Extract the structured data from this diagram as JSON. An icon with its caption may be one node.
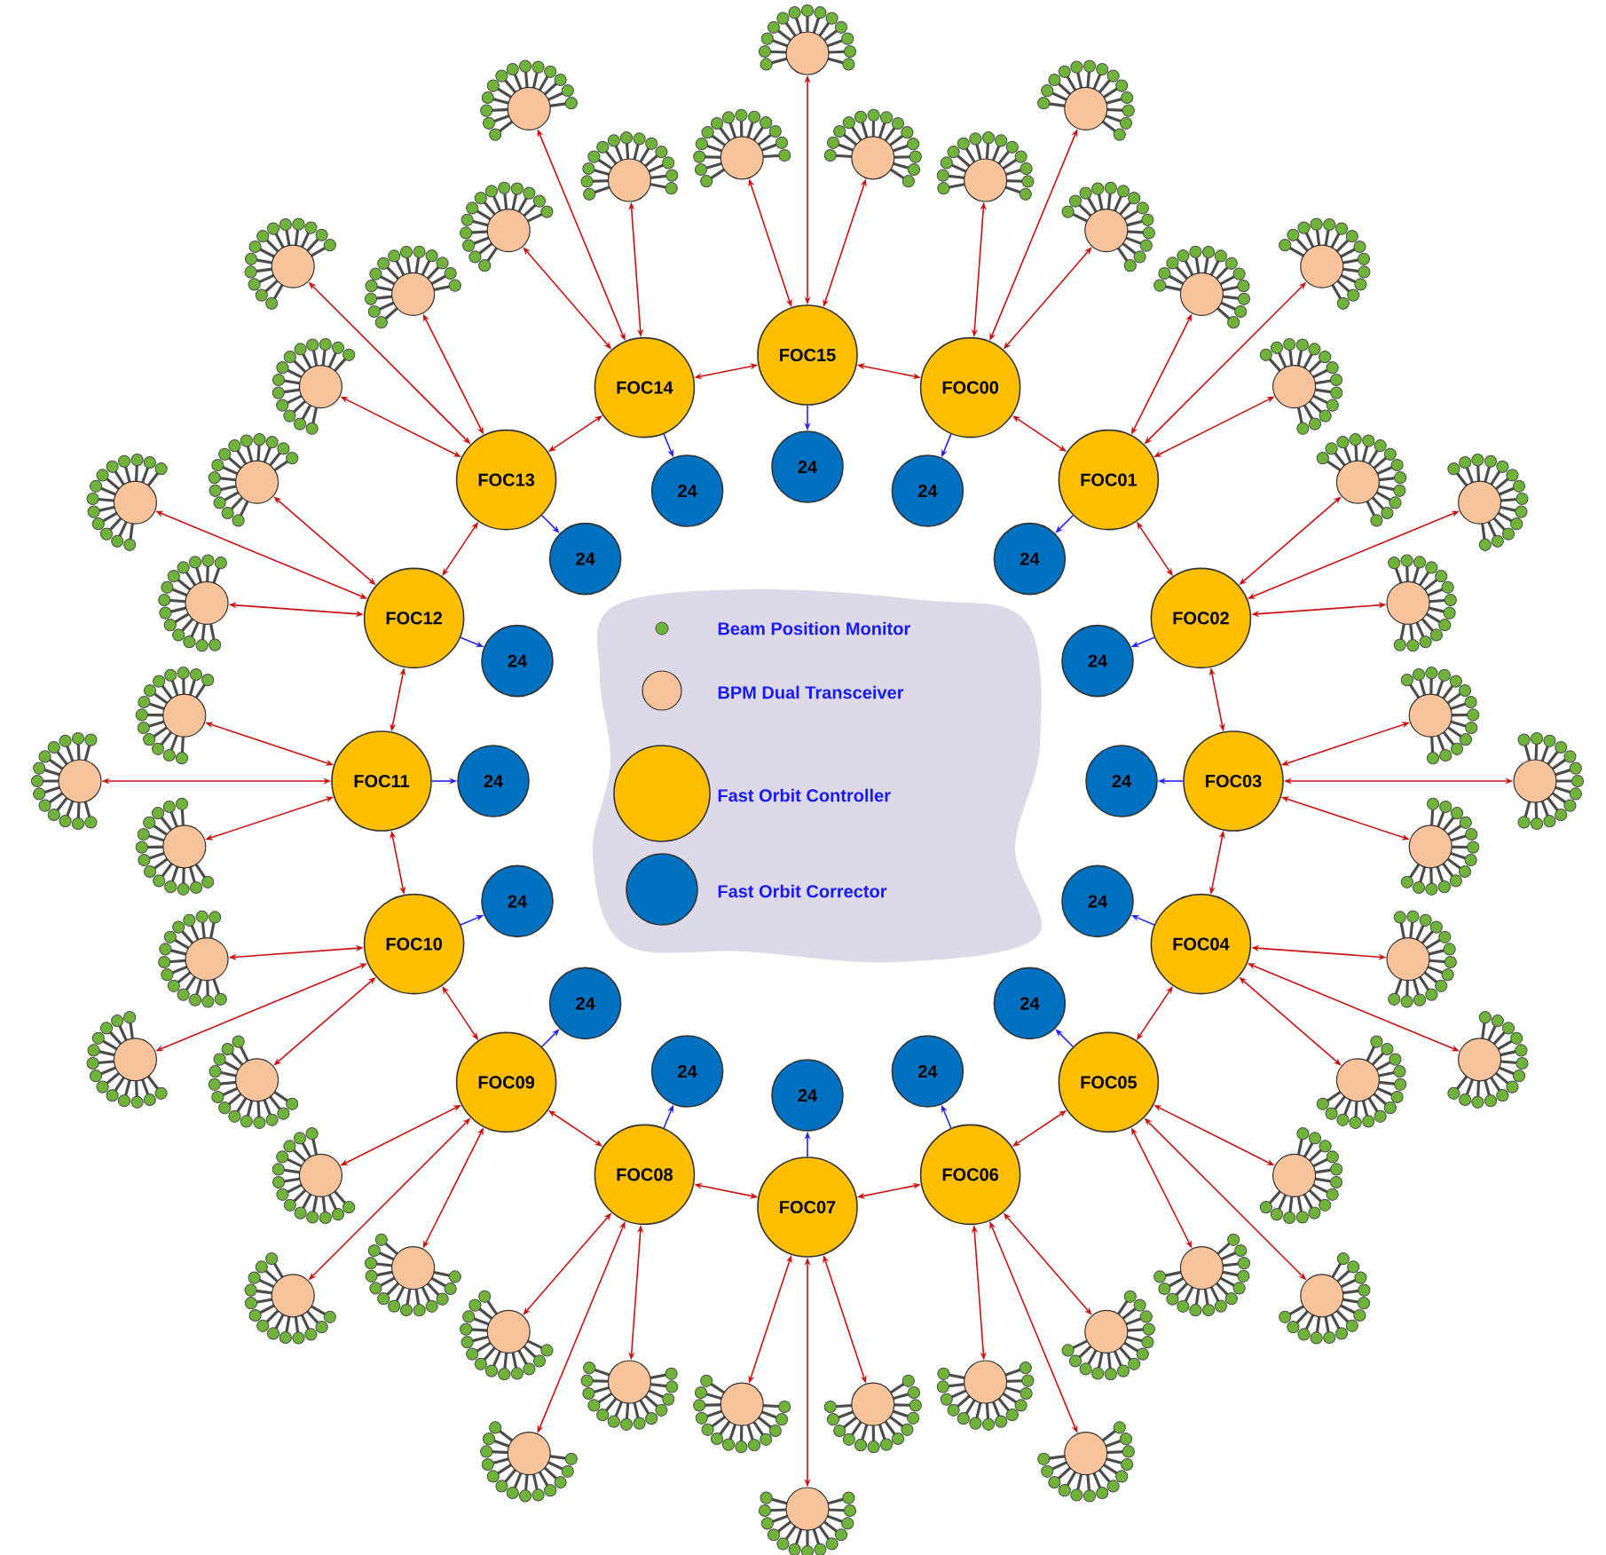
{
  "diagram": {
    "nodes": [
      {
        "text": [
          "FOC00"
        ]
      },
      {
        "text": [
          "FOC01"
        ]
      },
      {
        "text": [
          "FOC02"
        ]
      },
      {
        "text": [
          "FOC03"
        ]
      },
      {
        "text": [
          "FOC04"
        ]
      },
      {
        "text": [
          "FOC05"
        ]
      },
      {
        "text": [
          "FOC06"
        ]
      },
      {
        "text": [
          "FOC07"
        ]
      },
      {
        "text": [
          "FOC08"
        ]
      },
      {
        "text": [
          "FOC09"
        ]
      },
      {
        "text": [
          "FOC10"
        ]
      },
      {
        "text": [
          "FOC11"
        ]
      },
      {
        "text": [
          "FOC12"
        ]
      },
      {
        "text": [
          "FOC13"
        ]
      },
      {
        "text": [
          "FOC14"
        ]
      },
      {
        "text": [
          "FOC15"
        ]
      },
      {
        "text": [
          "24"
        ]
      },
      {
        "text": [
          "24"
        ]
      },
      {
        "text": [
          "24"
        ]
      },
      {
        "text": [
          "24"
        ]
      },
      {
        "text": [
          "24"
        ]
      },
      {
        "text": [
          "24"
        ]
      },
      {
        "text": [
          "24"
        ]
      },
      {
        "text": [
          "24"
        ]
      },
      {
        "text": [
          "24"
        ]
      },
      {
        "text": [
          "24"
        ]
      },
      {
        "text": [
          "24"
        ]
      },
      {
        "text": [
          "24"
        ]
      },
      {
        "text": [
          "24"
        ]
      },
      {
        "text": [
          "24"
        ]
      },
      {
        "text": [
          "24"
        ]
      },
      {
        "text": [
          "24"
        ]
      },
      {
        "text": [],
        "shape": "circle"
      },
      {
        "text": [],
        "shape": "circle"
      },
      {
        "text": [],
        "shape": "circle"
      },
      {
        "text": [],
        "shape": "circle"
      },
      {
        "text": [],
        "shape": "circle"
      },
      {
        "text": [],
        "shape": "circle"
      },
      {
        "text": [],
        "shape": "circle"
      },
      {
        "text": [],
        "shape": "circle"
      },
      {
        "text": [],
        "shape": "circle"
      },
      {
        "text": [],
        "shape": "circle"
      },
      {
        "text": [],
        "shape": "circle"
      },
      {
        "text": [],
        "shape": "circle"
      },
      {
        "text": [],
        "shape": "circle"
      },
      {
        "text": [],
        "shape": "circle"
      },
      {
        "text": [],
        "shape": "circle"
      },
      {
        "text": [],
        "shape": "circle"
      },
      {
        "text": [],
        "shape": "circle"
      },
      {
        "text": [],
        "shape": "circle"
      },
      {
        "text": [],
        "shape": "circle"
      },
      {
        "text": [],
        "shape": "circle"
      },
      {
        "text": [],
        "shape": "circle"
      },
      {
        "text": [],
        "shape": "circle"
      },
      {
        "text": [],
        "shape": "circle"
      },
      {
        "text": [],
        "shape": "circle"
      },
      {
        "text": [],
        "shape": "circle"
      },
      {
        "text": [],
        "shape": "circle"
      },
      {
        "text": [],
        "shape": "circle"
      },
      {
        "text": [],
        "shape": "circle"
      },
      {
        "text": [],
        "shape": "circle"
      },
      {
        "text": [],
        "shape": "circle"
      },
      {
        "text": [],
        "shape": "circle"
      },
      {
        "text": [],
        "shape": "circle"
      },
      {
        "text": [],
        "shape": "circle"
      },
      {
        "text": [],
        "shape": "circle"
      },
      {
        "text": [],
        "shape": "circle"
      },
      {
        "text": [],
        "shape": "circle"
      },
      {
        "text": [],
        "shape": "circle"
      },
      {
        "text": [],
        "shape": "circle"
      },
      {
        "text": [],
        "shape": "circle"
      },
      {
        "text": [],
        "shape": "circle"
      },
      {
        "text": [],
        "shape": "circle"
      },
      {
        "text": [],
        "shape": "circle"
      },
      {
        "text": [],
        "shape": "circle"
      },
      {
        "text": [],
        "shape": "circle"
      },
      {
        "text": [],
        "shape": "circle"
      },
      {
        "text": [],
        "shape": "circle"
      },
      {
        "text": [],
        "shape": "circle"
      },
      {
        "text": [],
        "shape": "circle"
      }
    ],
    "edges": [
      {
        "from": 0,
        "to": 1,
        "arrow": "both"
      },
      {
        "from": 1,
        "to": 2,
        "arrow": "both"
      },
      {
        "from": 2,
        "to": 3,
        "arrow": "both"
      },
      {
        "from": 3,
        "to": 4,
        "arrow": "both"
      },
      {
        "from": 4,
        "to": 5,
        "arrow": "both"
      },
      {
        "from": 5,
        "to": 6,
        "arrow": "both"
      },
      {
        "from": 6,
        "to": 7,
        "arrow": "both"
      },
      {
        "from": 7,
        "to": 8,
        "arrow": "both"
      },
      {
        "from": 8,
        "to": 9,
        "arrow": "both"
      },
      {
        "from": 9,
        "to": 10,
        "arrow": "both"
      },
      {
        "from": 10,
        "to": 11,
        "arrow": "both"
      },
      {
        "from": 11,
        "to": 12,
        "arrow": "both"
      },
      {
        "from": 12,
        "to": 13,
        "arrow": "both"
      },
      {
        "from": 13,
        "to": 14,
        "arrow": "both"
      },
      {
        "from": 14,
        "to": 15,
        "arrow": "both"
      },
      {
        "from": 15,
        "to": 0,
        "arrow": "both"
      },
      {
        "from": 0,
        "to": 16,
        "arrow": "to",
        "color": "#2222ff"
      },
      {
        "from": 1,
        "to": 17,
        "arrow": "to",
        "color": "#2222ff"
      },
      {
        "from": 2,
        "to": 18,
        "arrow": "to",
        "color": "#2222ff"
      },
      {
        "from": 3,
        "to": 19,
        "arrow": "to",
        "color": "#2222ff"
      },
      {
        "from": 4,
        "to": 20,
        "arrow": "to",
        "color": "#2222ff"
      },
      {
        "from": 5,
        "to": 21,
        "arrow": "to",
        "color": "#2222ff"
      },
      {
        "from": 6,
        "to": 22,
        "arrow": "to",
        "color": "#2222ff"
      },
      {
        "from": 7,
        "to": 23,
        "arrow": "to",
        "color": "#2222ff"
      },
      {
        "from": 8,
        "to": 24,
        "arrow": "to",
        "color": "#2222ff"
      },
      {
        "from": 9,
        "to": 25,
        "arrow": "to",
        "color": "#2222ff"
      },
      {
        "from": 10,
        "to": 26,
        "arrow": "to",
        "color": "#2222ff"
      },
      {
        "from": 11,
        "to": 27,
        "arrow": "to",
        "color": "#2222ff"
      },
      {
        "from": 12,
        "to": 28,
        "arrow": "to",
        "color": "#2222ff"
      },
      {
        "from": 13,
        "to": 29,
        "arrow": "to",
        "color": "#2222ff"
      },
      {
        "from": 14,
        "to": 30,
        "arrow": "to",
        "color": "#2222ff"
      },
      {
        "from": 15,
        "to": 31,
        "arrow": "to",
        "color": "#2222ff"
      },
      {
        "from": 0,
        "to": 32,
        "arrow": "both"
      },
      {
        "from": 0,
        "to": 33,
        "arrow": "both"
      },
      {
        "from": 0,
        "to": 34,
        "arrow": "both"
      },
      {
        "from": 1,
        "to": 35,
        "arrow": "both"
      },
      {
        "from": 1,
        "to": 36,
        "arrow": "both"
      },
      {
        "from": 1,
        "to": 37,
        "arrow": "both"
      },
      {
        "from": 2,
        "to": 38,
        "arrow": "both"
      },
      {
        "from": 2,
        "to": 39,
        "arrow": "both"
      },
      {
        "from": 2,
        "to": 40,
        "arrow": "both"
      },
      {
        "from": 3,
        "to": 41,
        "arrow": "both"
      },
      {
        "from": 3,
        "to": 42,
        "arrow": "both"
      },
      {
        "from": 3,
        "to": 43,
        "arrow": "both"
      },
      {
        "from": 4,
        "to": 44,
        "arrow": "both"
      },
      {
        "from": 4,
        "to": 45,
        "arrow": "both"
      },
      {
        "from": 4,
        "to": 46,
        "arrow": "both"
      },
      {
        "from": 5,
        "to": 47,
        "arrow": "both"
      },
      {
        "from": 5,
        "to": 48,
        "arrow": "both"
      },
      {
        "from": 5,
        "to": 49,
        "arrow": "both"
      },
      {
        "from": 6,
        "to": 50,
        "arrow": "both"
      },
      {
        "from": 6,
        "to": 51,
        "arrow": "both"
      },
      {
        "from": 6,
        "to": 52,
        "arrow": "both"
      },
      {
        "from": 7,
        "to": 53,
        "arrow": "both"
      },
      {
        "from": 7,
        "to": 54,
        "arrow": "both"
      },
      {
        "from": 7,
        "to": 55,
        "arrow": "both"
      },
      {
        "from": 8,
        "to": 56,
        "arrow": "both"
      },
      {
        "from": 8,
        "to": 57,
        "arrow": "both"
      },
      {
        "from": 8,
        "to": 58,
        "arrow": "both"
      },
      {
        "from": 9,
        "to": 59,
        "arrow": "both"
      },
      {
        "from": 9,
        "to": 60,
        "arrow": "both"
      },
      {
        "from": 9,
        "to": 61,
        "arrow": "both"
      },
      {
        "from": 10,
        "to": 62,
        "arrow": "both"
      },
      {
        "from": 10,
        "to": 63,
        "arrow": "both"
      },
      {
        "from": 10,
        "to": 64,
        "arrow": "both"
      },
      {
        "from": 11,
        "to": 65,
        "arrow": "both"
      },
      {
        "from": 11,
        "to": 66,
        "arrow": "both"
      },
      {
        "from": 11,
        "to": 67,
        "arrow": "both"
      },
      {
        "from": 12,
        "to": 68,
        "arrow": "both"
      },
      {
        "from": 12,
        "to": 69,
        "arrow": "both"
      },
      {
        "from": 12,
        "to": 70,
        "arrow": "both"
      },
      {
        "from": 13,
        "to": 71,
        "arrow": "both"
      },
      {
        "from": 13,
        "to": 72,
        "arrow": "both"
      },
      {
        "from": 13,
        "to": 73,
        "arrow": "both"
      },
      {
        "from": 14,
        "to": 74,
        "arrow": "both"
      },
      {
        "from": 14,
        "to": 75,
        "arrow": "both"
      },
      {
        "from": 14,
        "to": 76,
        "arrow": "both"
      },
      {
        "from": 15,
        "to": 77,
        "arrow": "both"
      },
      {
        "from": 15,
        "to": 78,
        "arrow": "both"
      },
      {
        "from": 15,
        "to": 79,
        "arrow": "both"
      }
    ],
    "legend": [
      {
        "text": "Beam Position Monitor"
      },
      {
        "text": "BPM Dual Transceiver"
      },
      {
        "text": "Fast Orbit Controller"
      },
      {
        "text": "Fast Orbit Corrector"
      }
    ]
  }
}
